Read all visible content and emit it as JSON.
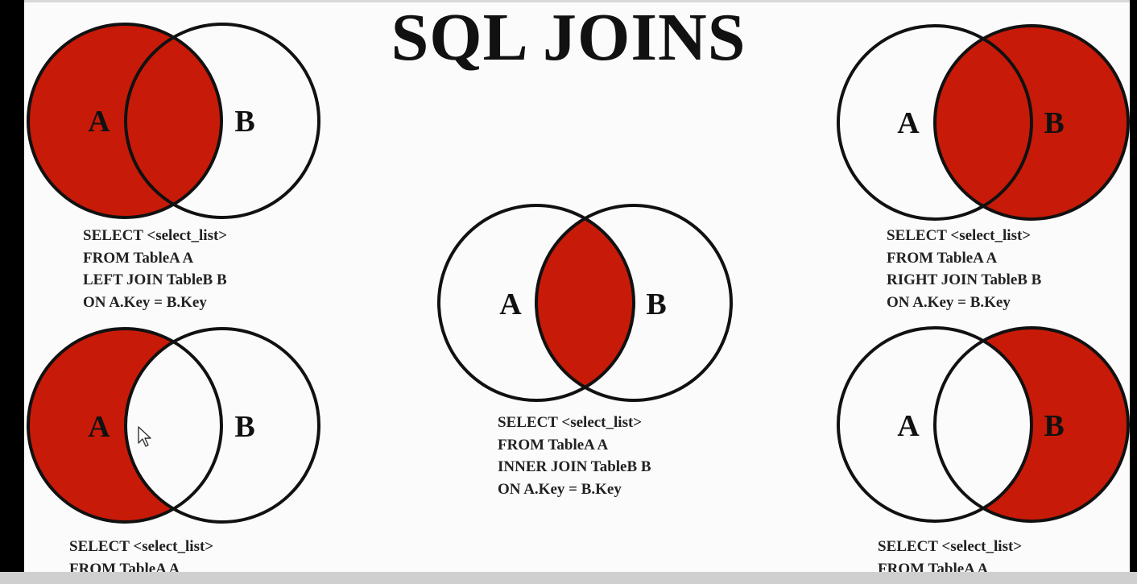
{
  "title": "SQL JOINS",
  "colors": {
    "fill": "#c81a08",
    "stroke": "#111111",
    "background": "#fbfbfb"
  },
  "diagrams": [
    {
      "name": "left-join",
      "label_a": "A",
      "label_b": "B",
      "sql": [
        "SELECT <select_list>",
        "FROM TableA A",
        "LEFT JOIN TableB B",
        "ON A.Key = B.Key"
      ]
    },
    {
      "name": "inner-join",
      "label_a": "A",
      "label_b": "B",
      "sql": [
        "SELECT <select_list>",
        "FROM TableA A",
        "INNER JOIN TableB B",
        "ON A.Key = B.Key"
      ]
    },
    {
      "name": "right-join",
      "label_a": "A",
      "label_b": "B",
      "sql": [
        "SELECT <select_list>",
        "FROM TableA A",
        "RIGHT JOIN TableB B",
        "ON A.Key = B.Key"
      ]
    },
    {
      "name": "left-excluding-join",
      "label_a": "A",
      "label_b": "B",
      "sql": [
        "SELECT <select_list>",
        "FROM TableA A"
      ]
    },
    {
      "name": "right-excluding-join",
      "label_a": "A",
      "label_b": "B",
      "sql": [
        "SELECT <select_list>",
        "FROM TableA A"
      ]
    }
  ],
  "cursor_icon": "mouse-pointer-icon"
}
